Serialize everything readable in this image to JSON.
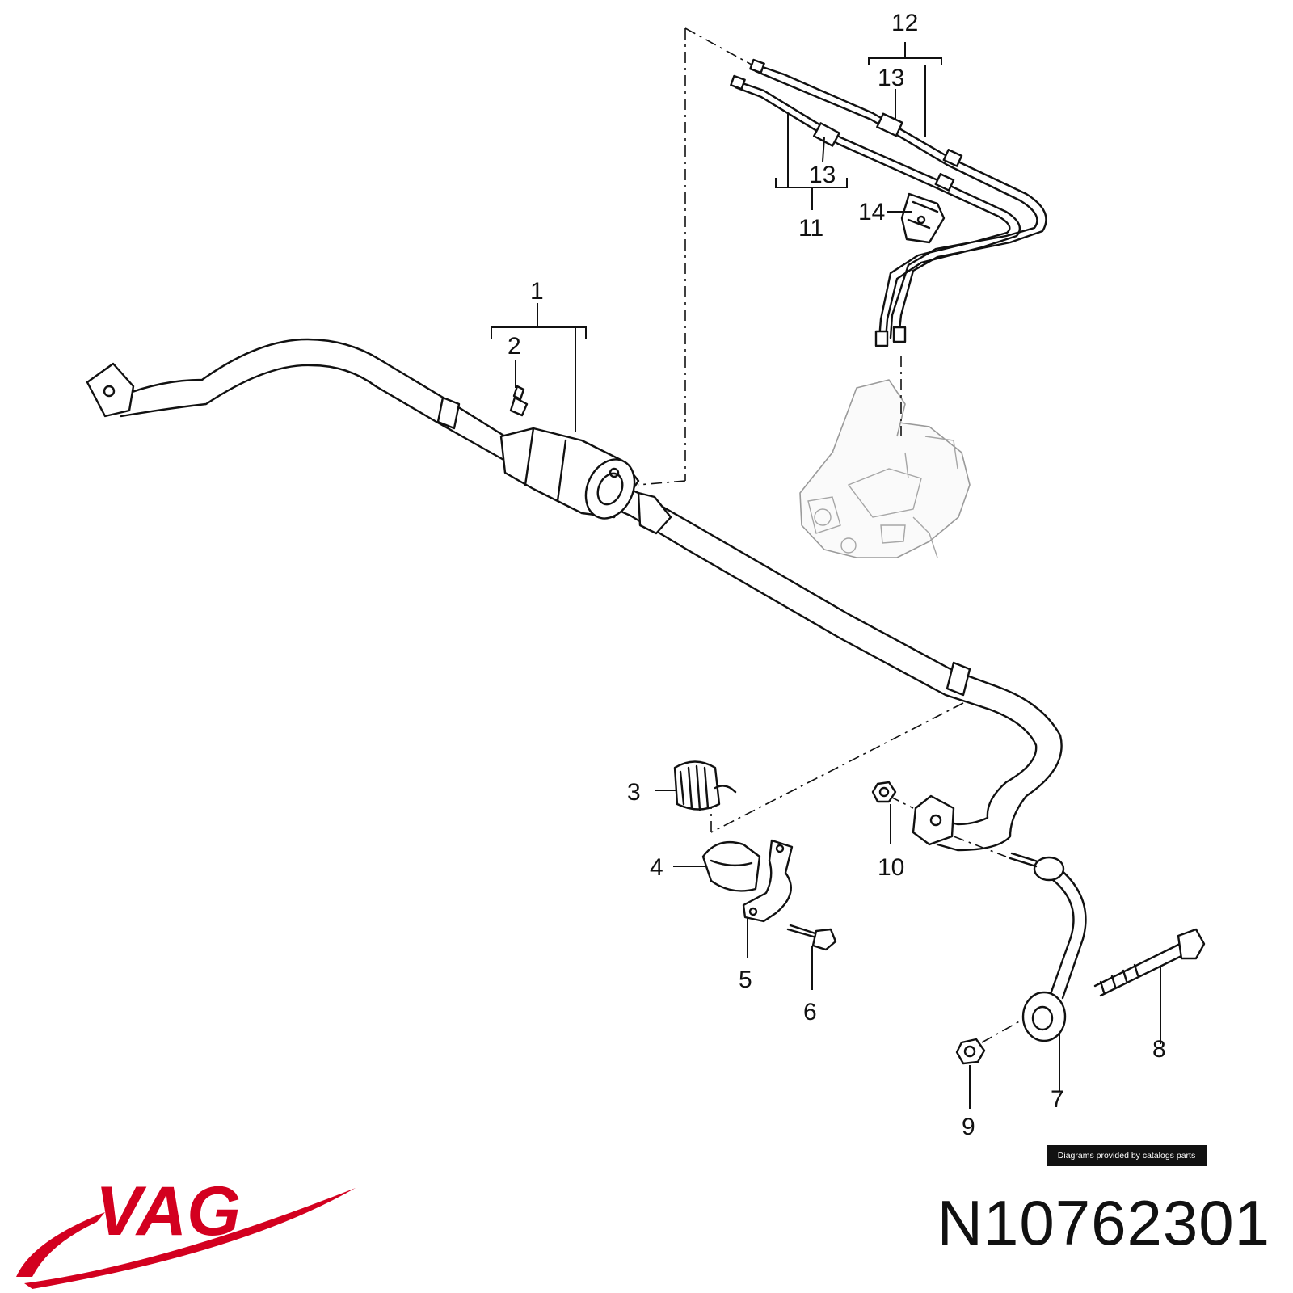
{
  "callouts": {
    "c1": "1",
    "c2": "2",
    "c3": "3",
    "c4": "4",
    "c5": "5",
    "c6": "6",
    "c7": "7",
    "c8": "8",
    "c9": "9",
    "c10": "10",
    "c11": "11",
    "c12": "12",
    "c13a": "13",
    "c13b": "13",
    "c14": "14"
  },
  "credit": "Diagrams provided by catalogs parts",
  "brand": "VAG",
  "part_number": "N10762301",
  "colors": {
    "brand_red": "#d3001f",
    "ink": "#111111"
  }
}
